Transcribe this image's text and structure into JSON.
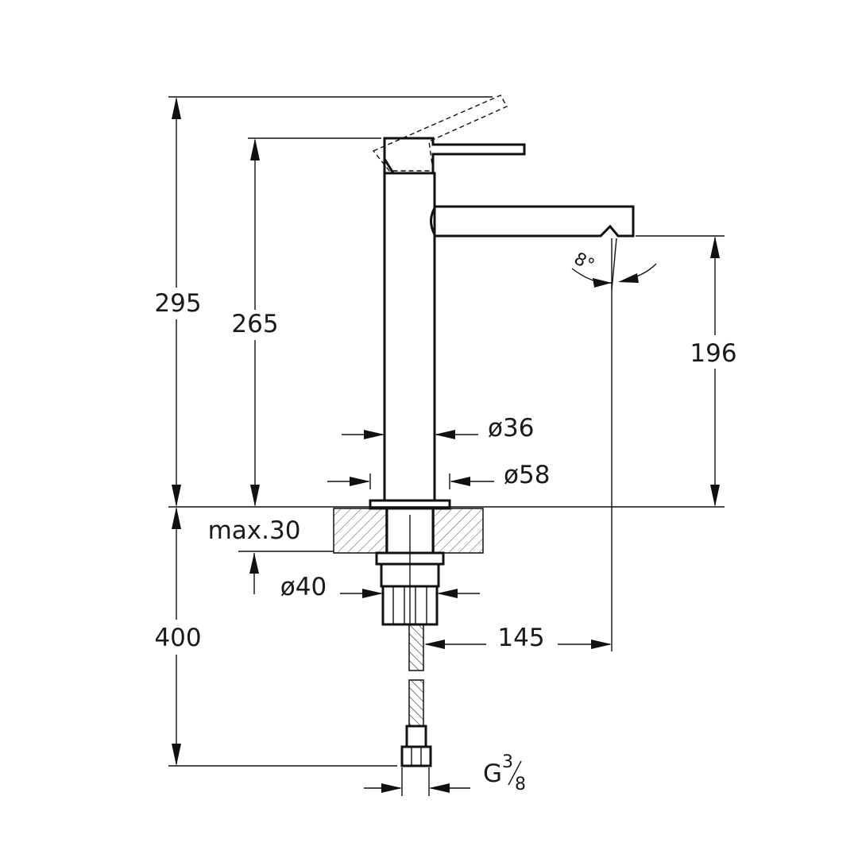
{
  "dimensions": {
    "overall_height": "295",
    "spout_top_height": "265",
    "spout_outlet_height": "196",
    "body_diameter": "ø36",
    "base_diameter": "ø58",
    "counter_thickness": "max.30",
    "shank_diameter": "ø40",
    "hose_length": "400",
    "reach": "145",
    "angle": "8°",
    "connection_main": "G",
    "connection_num": "3",
    "connection_den": "8"
  }
}
